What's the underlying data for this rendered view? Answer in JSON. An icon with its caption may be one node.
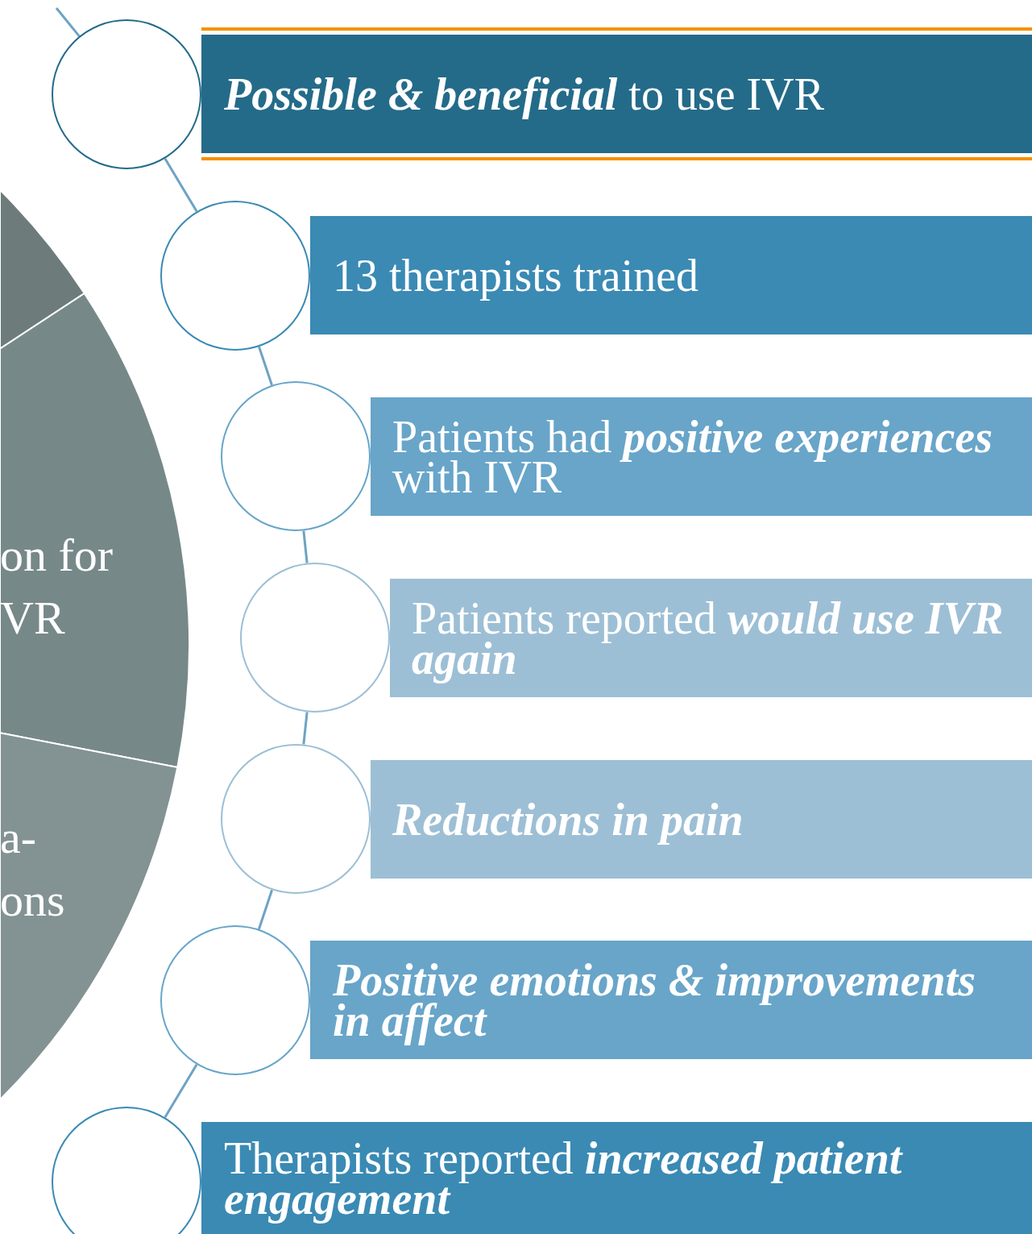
{
  "diagram": {
    "nodes": [
      {
        "text": [],
        "shape": "sector"
      },
      {
        "text": [
          "on for VR"
        ]
      },
      {
        "text": [
          "a- ons"
        ]
      },
      {
        "text": [],
        "shape": "circle"
      },
      {
        "text": [
          "**Possible & beneficial** to use IVR"
        ]
      },
      {
        "text": [],
        "shape": "circle"
      },
      {
        "text": [
          "13 therapists trained"
        ]
      },
      {
        "text": [],
        "shape": "circle"
      },
      {
        "text": [
          "Patients had **positive experiences** with IVR"
        ]
      },
      {
        "text": [],
        "shape": "circle"
      },
      {
        "text": [
          "Patients reported **would use IVR again**"
        ]
      },
      {
        "text": [],
        "shape": "circle"
      },
      {
        "text": [
          "Reductions in pain"
        ]
      },
      {
        "text": [],
        "shape": "circle"
      },
      {
        "text": [
          "Positive emotions & improvements in affect"
        ]
      },
      {
        "text": [],
        "shape": "circle"
      },
      {
        "text": [
          "Therapists reported **increased patient engagement**"
        ]
      }
    ],
    "edges": [
      {
        "from": null,
        "to": 3,
        "arrow": "none"
      },
      {
        "from": 3,
        "to": 5,
        "arrow": "none"
      },
      {
        "from": 5,
        "to": 7,
        "arrow": "none"
      },
      {
        "from": 7,
        "to": 9,
        "arrow": "none"
      },
      {
        "from": 9,
        "to": 11,
        "arrow": "none"
      },
      {
        "from": 11,
        "to": 13,
        "arrow": "none"
      },
      {
        "from": 13,
        "to": 15,
        "arrow": "none"
      }
    ]
  }
}
